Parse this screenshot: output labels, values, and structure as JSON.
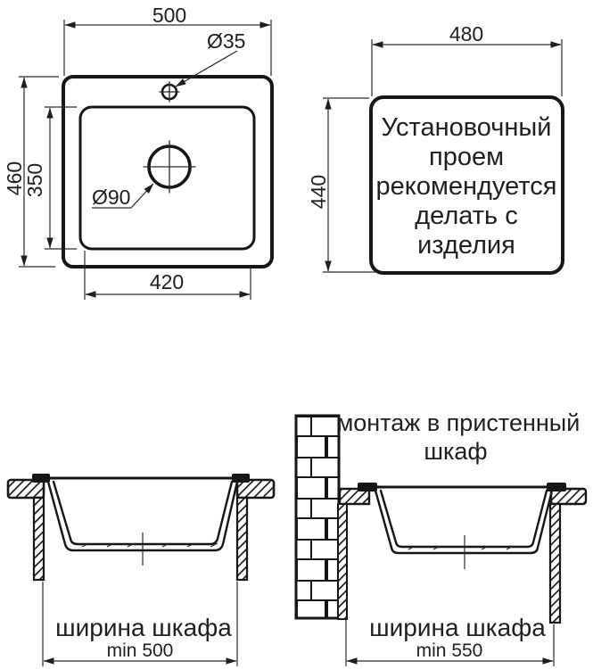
{
  "drawing": {
    "top_view": {
      "overall_width": "500",
      "overall_depth": "460",
      "bowl_depth": "350",
      "bowl_width": "420",
      "faucet_hole": "Ø35",
      "drain_hole": "Ø90"
    },
    "cutout_view": {
      "cutout_width": "480",
      "cutout_height": "440",
      "note_lines": [
        "Установочный",
        "проем",
        "рекомендуется",
        "делать с",
        "изделия"
      ]
    },
    "standard_section": {
      "caption": "ширина шкафа",
      "min_width": "min 500"
    },
    "wall_section": {
      "title_line1": "монтаж в пристенный",
      "title_line2": "шкаф",
      "caption": "ширина шкафа",
      "min_width": "min 550"
    },
    "colors": {
      "line": "#161616",
      "background": "#ffffff"
    }
  }
}
